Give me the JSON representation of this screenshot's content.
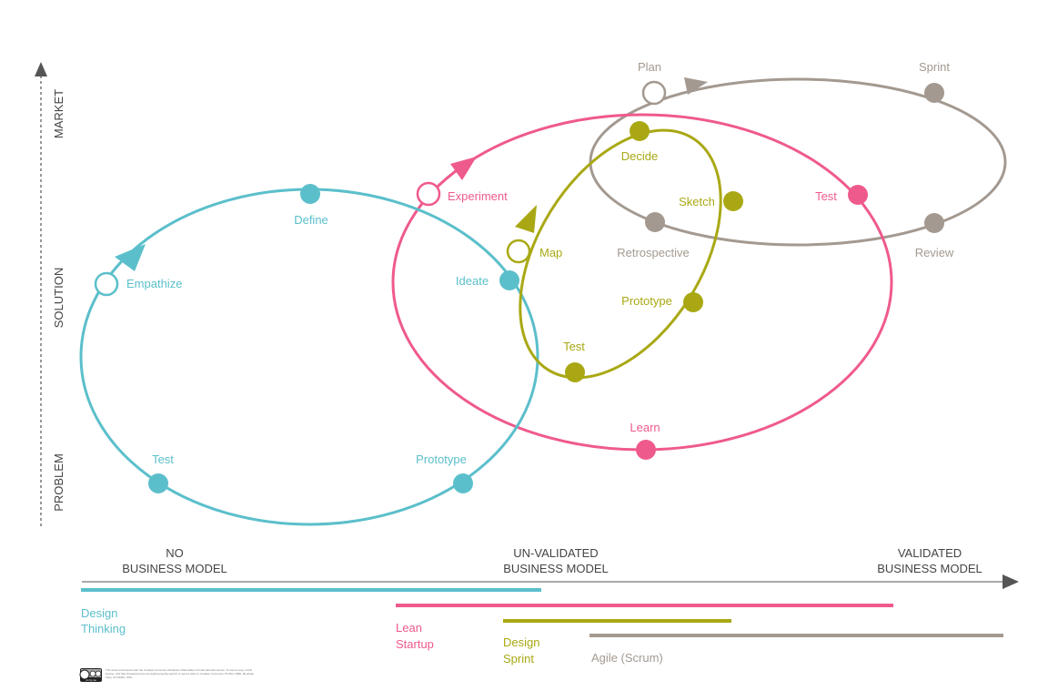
{
  "colors": {
    "design_thinking": "#5bbfcb",
    "lean_startup": "#ef5a8d",
    "design_sprint": "#a9a814",
    "agile": "#a39990",
    "axis": "#555555"
  },
  "y_axis": {
    "market": "MARKET",
    "solution": "SOLUTION",
    "problem": "PROBLEM"
  },
  "x_axis": {
    "no_model": [
      "NO",
      "BUSINESS MODEL"
    ],
    "unvalidated": [
      "UN-VALIDATED",
      "BUSINESS MODEL"
    ],
    "validated": [
      "VALIDATED",
      "BUSINESS MODEL"
    ]
  },
  "cycles": {
    "design_thinking": {
      "empathize": "Empathize",
      "define": "Define",
      "ideate": "Ideate",
      "prototype": "Prototype",
      "test": "Test"
    },
    "lean_startup": {
      "experiment": "Experiment",
      "test": "Test",
      "learn": "Learn"
    },
    "design_sprint": {
      "map": "Map",
      "decide": "Decide",
      "sketch": "Sketch",
      "prototype": "Prototype",
      "test": "Test"
    },
    "agile": {
      "plan": "Plan",
      "sprint": "Sprint",
      "review": "Review",
      "retrospective": "Retrospective"
    }
  },
  "legend": {
    "design_thinking": [
      "Design",
      "Thinking"
    ],
    "lean_startup": [
      "Lean",
      "Startup"
    ],
    "design_sprint": [
      "Design",
      "Sprint"
    ],
    "agile": [
      "Agile (Scrum)"
    ]
  },
  "footer": {
    "license_badge": "cc by sa",
    "license_text": "This work is licensed under the Creative Commons Attribution-ShareAlike 4.0 International License. To view a copy of this license, visit http://creativecommons.org/licenses/by-sa/4.0/ or send a letter to Creative Commons, PO Box 1866, Mountain View, CA 94042, USA."
  }
}
